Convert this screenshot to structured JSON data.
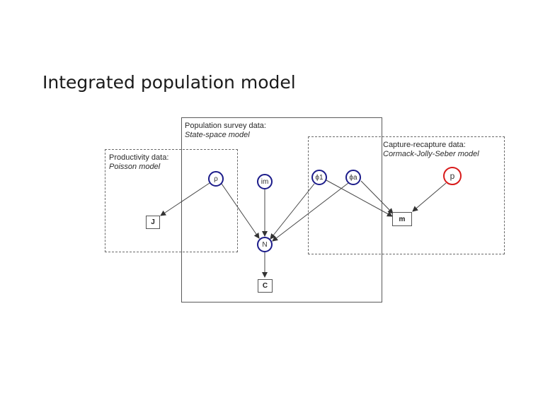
{
  "title": "Integrated population model",
  "groups": {
    "survey": {
      "title": "Population survey data:",
      "subtitle": "State-space model"
    },
    "productivity": {
      "title": "Productivity data:",
      "subtitle": "Poisson model"
    },
    "capture": {
      "title": "Capture-recapture data:",
      "subtitle": "Cormack-Jolly-Seber model"
    }
  },
  "nodes": {
    "rho": "ρ",
    "im": "im",
    "phi1": "ϕ1",
    "phia": "ϕa",
    "p": "p",
    "N": "N",
    "J": "J",
    "m": "m",
    "C": "C"
  },
  "colors": {
    "node_border": "#1c1c8a",
    "highlight_border": "#d81a1a"
  }
}
